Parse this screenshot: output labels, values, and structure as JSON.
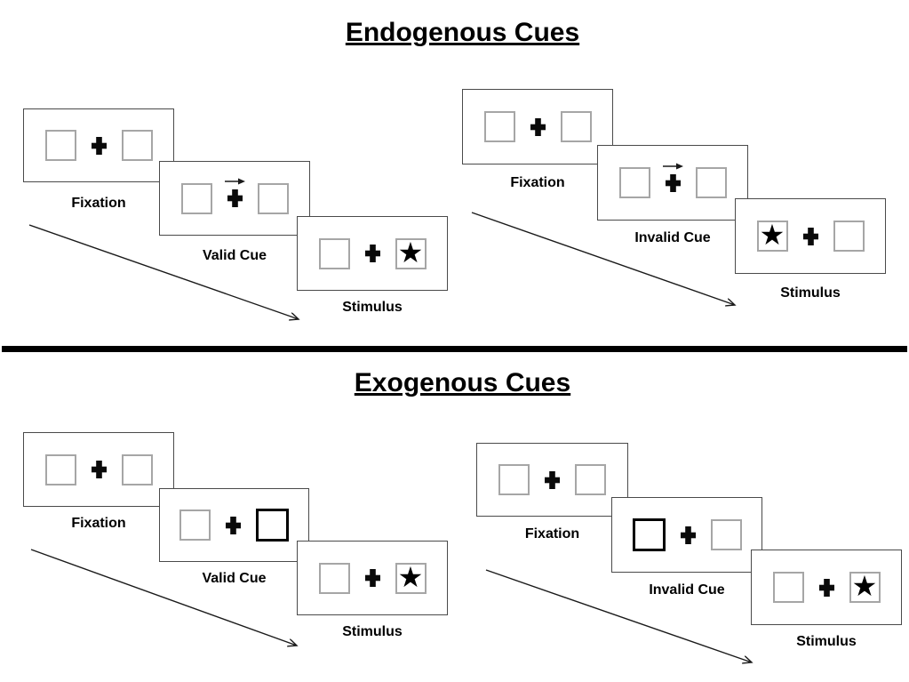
{
  "colors": {
    "background": "#ffffff",
    "panel_border": "#4a4a4a",
    "box_border": "#a6a6a6",
    "bold_box_border": "#000000",
    "ink": "#000000"
  },
  "icons": {
    "star-icon": "★",
    "fixation-cross-icon": "+",
    "cue-arrow-icon": "→"
  },
  "sections": [
    {
      "title": "Endogenous Cues",
      "groups": [
        {
          "name": "valid",
          "panels": [
            {
              "label": "Fixation",
              "cue_arrow": false,
              "left": {
                "style": "plain",
                "glyph": ""
              },
              "right": {
                "style": "plain",
                "glyph": ""
              }
            },
            {
              "label": "Valid Cue",
              "cue_arrow": true,
              "left": {
                "style": "plain",
                "glyph": ""
              },
              "right": {
                "style": "plain",
                "glyph": ""
              }
            },
            {
              "label": "Stimulus",
              "cue_arrow": false,
              "left": {
                "style": "plain",
                "glyph": ""
              },
              "right": {
                "style": "plain",
                "glyph": "★"
              }
            }
          ]
        },
        {
          "name": "invalid",
          "panels": [
            {
              "label": "Fixation",
              "cue_arrow": false,
              "left": {
                "style": "plain",
                "glyph": ""
              },
              "right": {
                "style": "plain",
                "glyph": ""
              }
            },
            {
              "label": "Invalid Cue",
              "cue_arrow": true,
              "left": {
                "style": "plain",
                "glyph": ""
              },
              "right": {
                "style": "plain",
                "glyph": ""
              }
            },
            {
              "label": "Stimulus",
              "cue_arrow": false,
              "left": {
                "style": "plain",
                "glyph": "★"
              },
              "right": {
                "style": "plain",
                "glyph": ""
              }
            }
          ]
        }
      ]
    },
    {
      "title": "Exogenous Cues",
      "groups": [
        {
          "name": "valid",
          "panels": [
            {
              "label": "Fixation",
              "cue_arrow": false,
              "left": {
                "style": "plain",
                "glyph": ""
              },
              "right": {
                "style": "plain",
                "glyph": ""
              }
            },
            {
              "label": "Valid Cue",
              "cue_arrow": false,
              "left": {
                "style": "plain",
                "glyph": ""
              },
              "right": {
                "style": "bold",
                "glyph": ""
              }
            },
            {
              "label": "Stimulus",
              "cue_arrow": false,
              "left": {
                "style": "plain",
                "glyph": ""
              },
              "right": {
                "style": "plain",
                "glyph": "★"
              }
            }
          ]
        },
        {
          "name": "invalid",
          "panels": [
            {
              "label": "Fixation",
              "cue_arrow": false,
              "left": {
                "style": "plain",
                "glyph": ""
              },
              "right": {
                "style": "plain",
                "glyph": ""
              }
            },
            {
              "label": "Invalid Cue",
              "cue_arrow": false,
              "left": {
                "style": "bold",
                "glyph": ""
              },
              "right": {
                "style": "plain",
                "glyph": ""
              }
            },
            {
              "label": "Stimulus",
              "cue_arrow": false,
              "left": {
                "style": "plain",
                "glyph": ""
              },
              "right": {
                "style": "plain",
                "glyph": "★"
              }
            }
          ]
        }
      ]
    }
  ]
}
